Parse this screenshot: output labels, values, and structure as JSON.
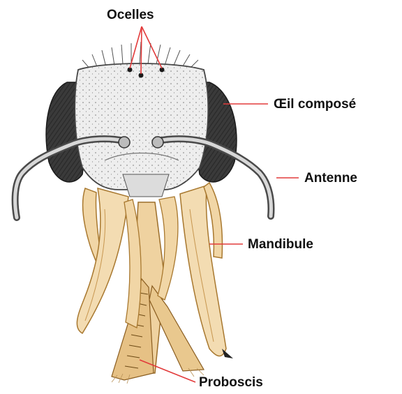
{
  "labels": {
    "ocelles": "Ocelles",
    "oeil_compose": "Œil composé",
    "antenne": "Antenne",
    "mandibule": "Mandibule",
    "proboscis": "Proboscis"
  },
  "colors": {
    "leader_line": "#e23b3b",
    "head_fill": "#eeeeee",
    "eye_fill": "#3a3a3a",
    "mouthpart_fill": "#f1d6a6",
    "mouthpart_stroke": "#a8782f"
  }
}
